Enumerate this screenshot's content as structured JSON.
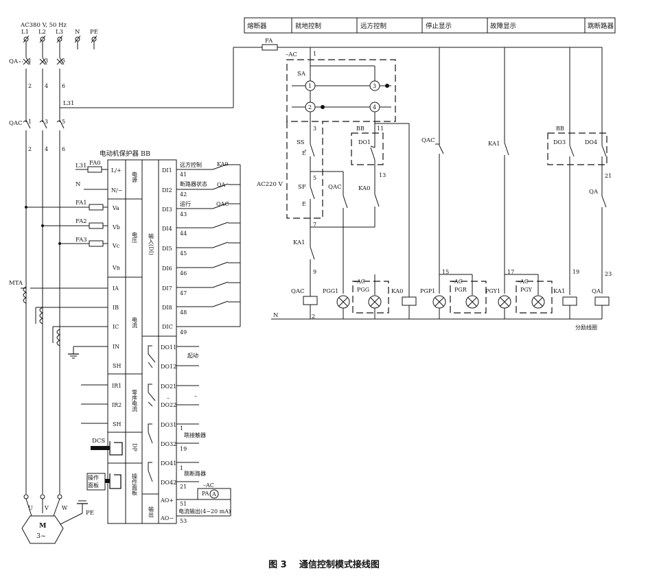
{
  "supply": {
    "rating": "AC380 V, 50 Hz",
    "phases": [
      "L1",
      "L2",
      "L3",
      "N",
      "PE"
    ]
  },
  "breakers": {
    "qa": "QA",
    "qac": "QAC",
    "wire_labels": [
      "1",
      "3",
      "5",
      "2",
      "4",
      "6"
    ]
  },
  "motor": {
    "label": "M",
    "phases": "3~",
    "terminals": [
      "U",
      "V",
      "W"
    ],
    "pe": "PE"
  },
  "mta": "MTA",
  "protector": {
    "title": "电动机保护器 BB",
    "fa0": "FA0",
    "l31": "L31",
    "n": "N",
    "fuses": [
      "FA1",
      "FA2",
      "FA3"
    ],
    "left_terminals": [
      "L/+",
      "N/−",
      "Va",
      "Vb",
      "Vc",
      "Vn",
      "IA",
      "IB",
      "IC",
      "IN",
      "SH",
      "IR1",
      "IR2",
      "SH"
    ],
    "section_labels": {
      "power": "电源",
      "voltage": "电压",
      "current": "电流",
      "zero_seq": "零序电流",
      "dp": "DP",
      "panel": "操作面板",
      "input": "输入(DI)",
      "output": "输出"
    },
    "di_terminals": [
      "DI1",
      "DI2",
      "DI3",
      "DI4",
      "DI5",
      "DI6",
      "DI7",
      "DI8",
      "DIC"
    ],
    "do_terminals": [
      "DO11",
      "DO12",
      "DO21",
      "DO22",
      "DO31",
      "DO32",
      "DO41",
      "DO42",
      "AO+",
      "AO−"
    ],
    "dcs": "DCS",
    "panel_label": [
      "操作",
      "面板"
    ]
  },
  "di_wiring": {
    "labels": [
      "远方控制",
      "断路器状态",
      "运行"
    ],
    "contacts": [
      "KA0",
      "QA",
      "QAC"
    ],
    "numbers": [
      "41",
      "42",
      "43",
      "44",
      "45",
      "46",
      "47",
      "48",
      "49"
    ]
  },
  "do_wiring": {
    "start": "起动",
    "dash": "–",
    "contactor_trip": "跳接触器",
    "breaker_trip": "跳断路器",
    "numbers": [
      "1",
      "19",
      "1",
      "21",
      "51",
      "53"
    ],
    "pa": "PA",
    "ac": "–AC",
    "ao_label": "电流输出(4~20 mA)"
  },
  "control": {
    "headers": [
      "熔断器",
      "就地控制",
      "远方控制",
      "停止显示",
      "故障显示",
      "跳断路器"
    ],
    "fa": "FA",
    "ac": "–AC",
    "n": "N",
    "l31": "L31",
    "ac220": "AC220 V",
    "sa": "SA",
    "ss": "SS",
    "sf": "SF",
    "qac": "QAC",
    "ka0": "KA0",
    "ka1": "KA1",
    "bb": "BB",
    "do1": "DO1",
    "do3": "DO3",
    "do4": "DO4",
    "qa": "QA",
    "sa_contacts": [
      "1",
      "2",
      "3",
      "4"
    ],
    "nodes": [
      "1",
      "3",
      "5",
      "7",
      "9",
      "11",
      "13",
      "15",
      "17",
      "19",
      "21",
      "23",
      "2"
    ],
    "coils": [
      "QAC",
      "KA0",
      "KA1",
      "QA"
    ],
    "lamps": [
      "PGG1",
      "PGG",
      "PGP1",
      "PGR",
      "PGY1",
      "PGY"
    ],
    "sub_note": "分励线圈"
  },
  "caption": {
    "fig": "图 3",
    "title": "通信控制模式接线图"
  }
}
